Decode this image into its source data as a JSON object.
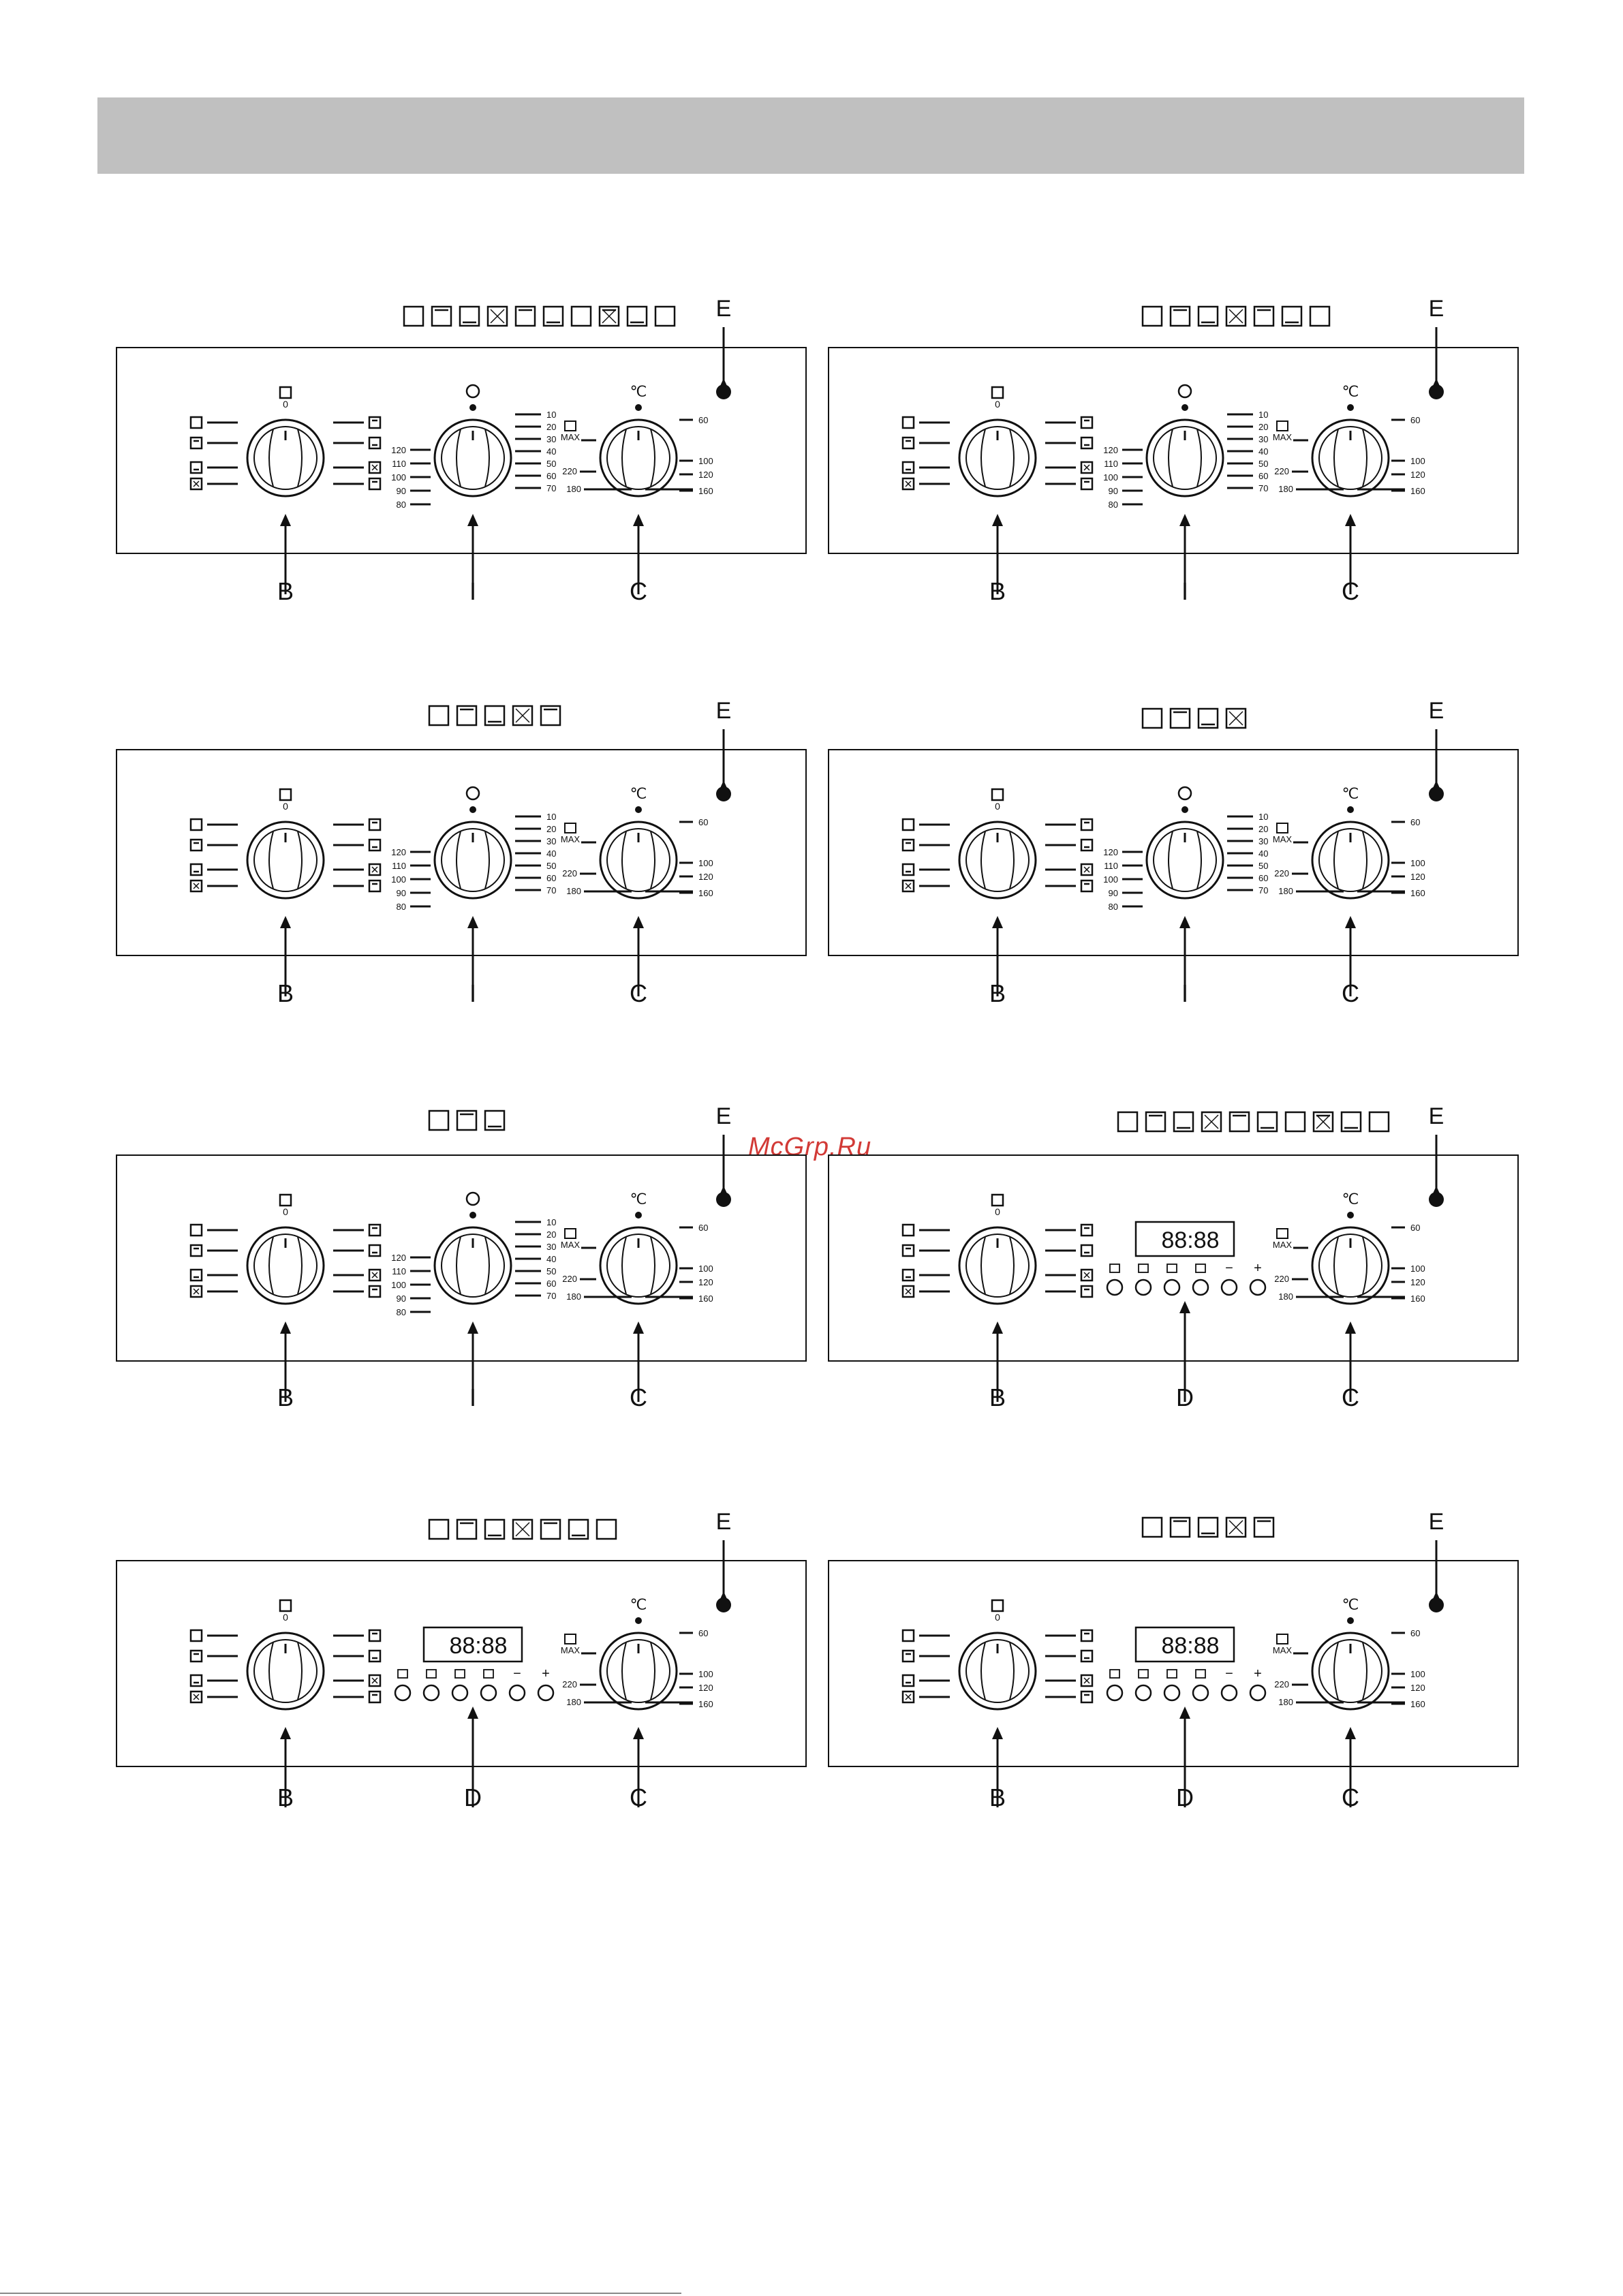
{
  "watermark": "McGrp.Ru",
  "colors": {
    "header_bar": "#c0c0c0",
    "watermark": "#d23a36",
    "ink": "#111111"
  },
  "labels": {
    "selector": "B",
    "timer": "I",
    "thermostat": "C",
    "programmer": "D",
    "lamp": "E",
    "dial_zero": "0",
    "celsius": "℃",
    "max": "MAX"
  },
  "timer_scale": {
    "right": [
      "10",
      "20",
      "30",
      "40",
      "50",
      "60",
      "70"
    ],
    "left": [
      "120",
      "110",
      "100",
      "90",
      "80"
    ]
  },
  "thermo_scale": {
    "right": [
      "60",
      "100",
      "120",
      "160"
    ],
    "left": [
      "220",
      "180"
    ]
  },
  "display": {
    "digits": "88:88",
    "buttons": [
      "bell",
      "bottom",
      "grill",
      "hand",
      "−",
      "+"
    ]
  },
  "panels": [
    {
      "id": "p1",
      "icons": 10,
      "modes": "timer"
    },
    {
      "id": "p2",
      "icons": 7,
      "modes": "timer"
    },
    {
      "id": "p3",
      "icons": 5,
      "modes": "timer"
    },
    {
      "id": "p4",
      "icons": 4,
      "modes": "timer"
    },
    {
      "id": "p5",
      "icons": 3,
      "modes": "timer"
    },
    {
      "id": "p6",
      "icons": 10,
      "modes": "display"
    },
    {
      "id": "p7",
      "icons": 7,
      "modes": "display"
    },
    {
      "id": "p8",
      "icons": 5,
      "modes": "display"
    }
  ]
}
